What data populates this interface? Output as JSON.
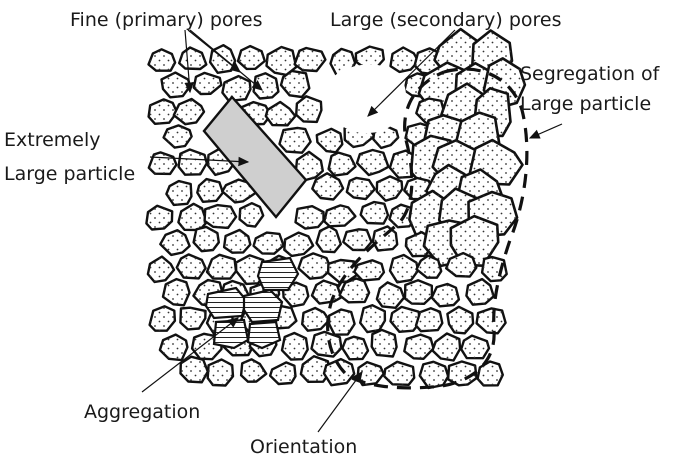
{
  "labels": {
    "fine_pores": "Fine (primary) pores",
    "large_pores": "Large (secondary) pores",
    "segregation_line1": "Segregation of",
    "segregation_line2": "Large particle",
    "extremely_line1": "Extremely",
    "extremely_line2": "Large particle",
    "aggregation": "Aggregation",
    "orientation": "Orientation"
  }
}
